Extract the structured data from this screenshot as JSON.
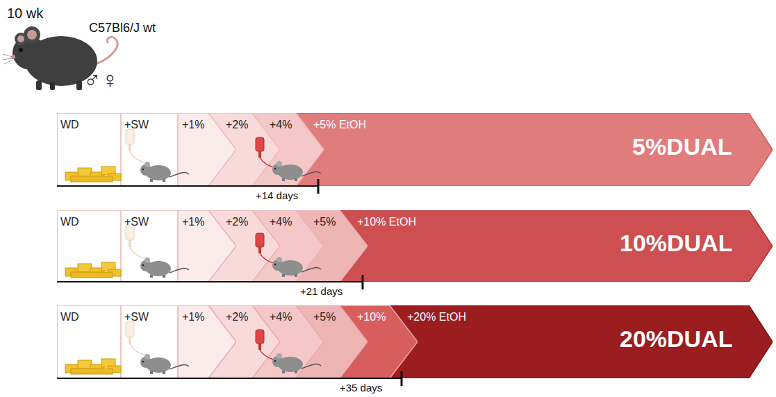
{
  "diagram": {
    "nodes": [
      {
        "text": [
          "WD"
        ]
      },
      {
        "text": [
          "+SW"
        ]
      },
      {
        "text": [
          "+1%"
        ]
      },
      {
        "text": [
          "+2%"
        ]
      },
      {
        "text": [
          "+4%"
        ]
      },
      {
        "text": [
          "+5% EtOH",
          "5%DUAL"
        ]
      },
      {
        "text": [
          "WD"
        ]
      },
      {
        "text": [
          "+SW"
        ]
      },
      {
        "text": [
          "+1%"
        ]
      },
      {
        "text": [
          "+2%"
        ]
      },
      {
        "text": [
          "+4%"
        ]
      },
      {
        "text": [
          "+5%"
        ]
      },
      {
        "text": [
          "+10% EtOH",
          "10%DUAL"
        ]
      },
      {
        "text": [
          "WD"
        ]
      },
      {
        "text": [
          "+SW"
        ]
      },
      {
        "text": [
          "+1%"
        ]
      },
      {
        "text": [
          "+2%"
        ]
      },
      {
        "text": [
          "+4%"
        ]
      },
      {
        "text": [
          "+5%"
        ]
      },
      {
        "text": [
          "+10%"
        ]
      },
      {
        "text": [
          "+20% EtOH",
          "20%DUAL"
        ]
      }
    ],
    "labels": [
      "10 wk",
      "C57Bl6/J wt",
      "♂♀",
      "+14 days",
      "+21 days",
      "+35 days"
    ]
  }
}
